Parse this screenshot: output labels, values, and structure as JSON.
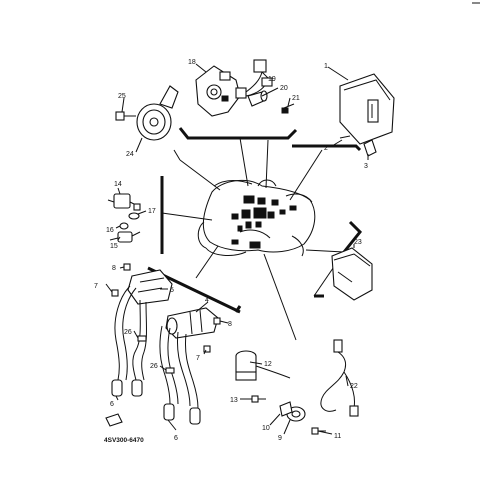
{
  "diagram": {
    "drawing_code": "4SV300-6470",
    "callouts": [
      {
        "id": "c1",
        "text": "1"
      },
      {
        "id": "c2",
        "text": "2"
      },
      {
        "id": "c3",
        "text": "3"
      },
      {
        "id": "c4",
        "text": "4"
      },
      {
        "id": "c5",
        "text": "5"
      },
      {
        "id": "c6a",
        "text": "6"
      },
      {
        "id": "c6b",
        "text": "6"
      },
      {
        "id": "c7a",
        "text": "7"
      },
      {
        "id": "c7b",
        "text": "7"
      },
      {
        "id": "c8a",
        "text": "8"
      },
      {
        "id": "c8b",
        "text": "8"
      },
      {
        "id": "c9",
        "text": "9"
      },
      {
        "id": "c10",
        "text": "10"
      },
      {
        "id": "c11",
        "text": "11"
      },
      {
        "id": "c12",
        "text": "12"
      },
      {
        "id": "c13",
        "text": "13"
      },
      {
        "id": "c14",
        "text": "14"
      },
      {
        "id": "c15",
        "text": "15"
      },
      {
        "id": "c16",
        "text": "16"
      },
      {
        "id": "c17",
        "text": "17"
      },
      {
        "id": "c18",
        "text": "18"
      },
      {
        "id": "c19",
        "text": "19"
      },
      {
        "id": "c20",
        "text": "20"
      },
      {
        "id": "c21",
        "text": "21"
      },
      {
        "id": "c22",
        "text": "22"
      },
      {
        "id": "c23",
        "text": "23"
      },
      {
        "id": "c24",
        "text": "24"
      },
      {
        "id": "c25",
        "text": "25"
      },
      {
        "id": "c26a",
        "text": "26"
      },
      {
        "id": "c26b",
        "text": "26"
      }
    ]
  }
}
